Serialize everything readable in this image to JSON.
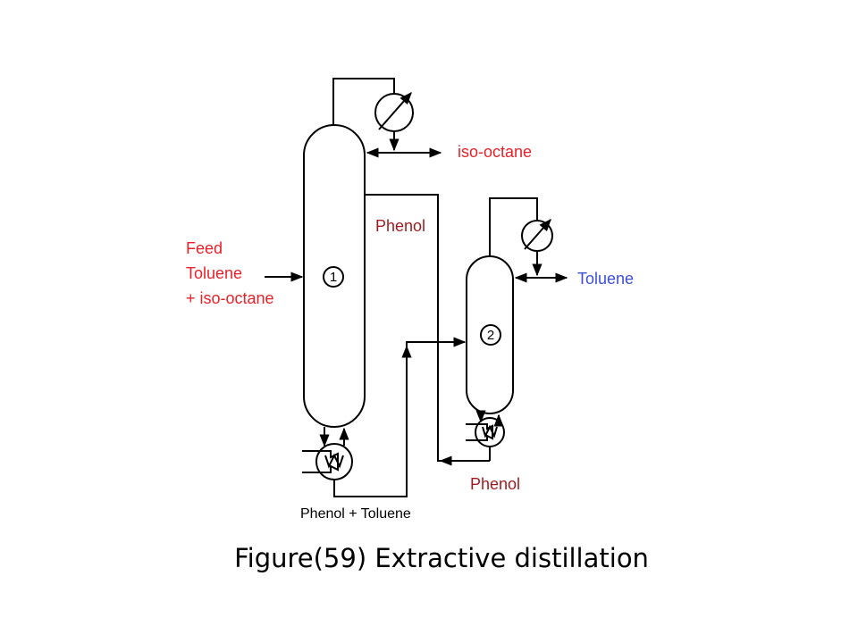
{
  "labels": {
    "feed": "Feed",
    "feed_toluene": "Toluene",
    "feed_isooctane": "+ iso-octane",
    "iso_octane": "iso-octane",
    "phenol_top": "Phenol",
    "toluene_out": "Toluene",
    "phenol_bottom": "Phenol",
    "phenol_toluene": "Phenol + Toluene",
    "column1": "1",
    "column2": "2"
  },
  "caption": "Figure(59) Extractive distillation",
  "colors": {
    "feed": "#e8222a",
    "iso_octane": "#e8222a",
    "phenol": "#9e1b1f",
    "toluene": "#3d4fd6"
  },
  "icons": [
    "condenser-icon",
    "reboiler-icon",
    "arrow-icon"
  ]
}
